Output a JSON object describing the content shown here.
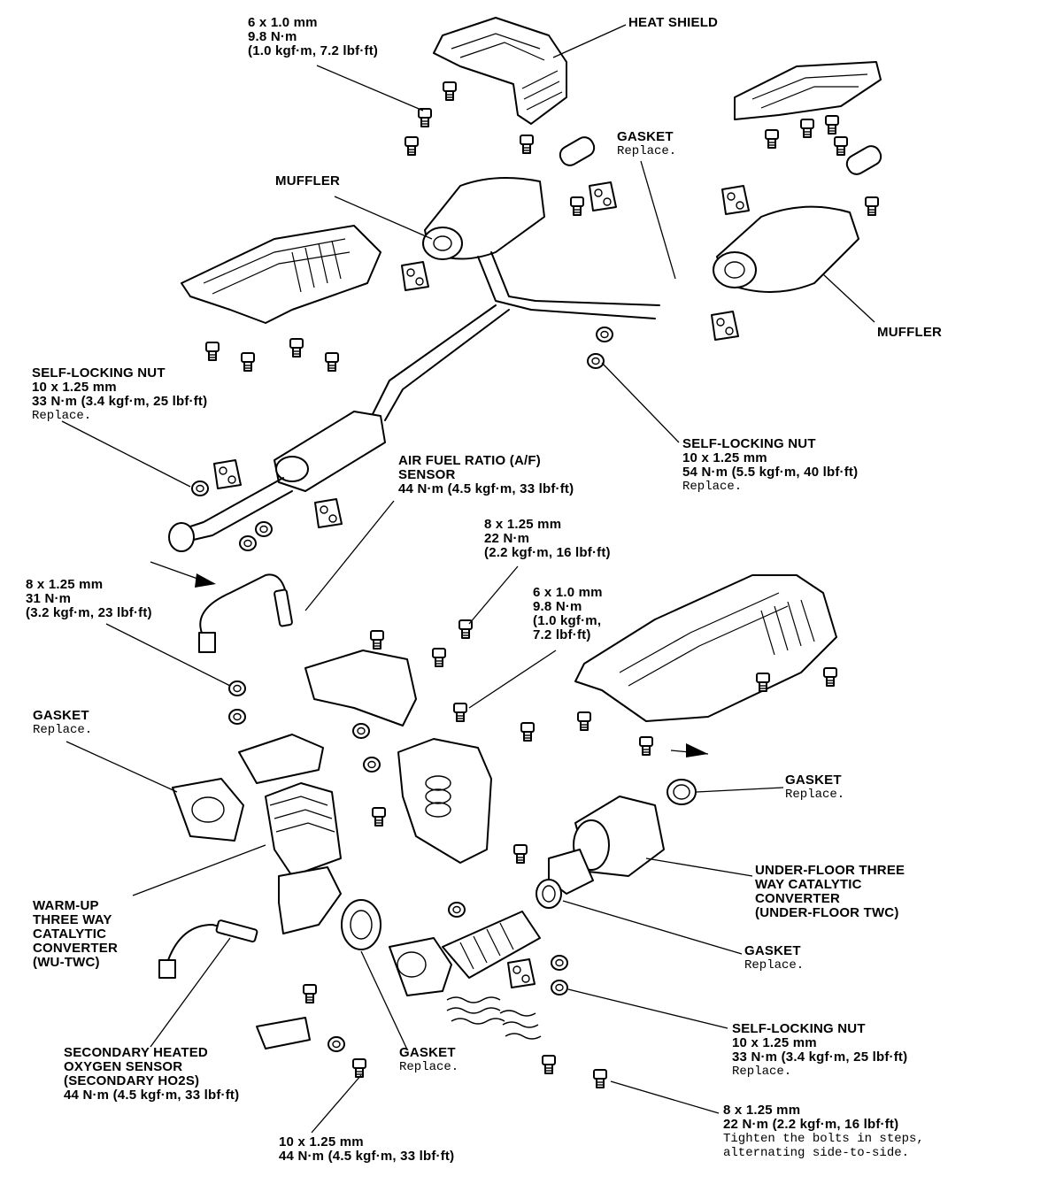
{
  "callouts": {
    "heat_shield_bolt": {
      "lines": [
        "6 x 1.0 mm",
        "9.8 N·m",
        "(1.0 kgf·m, 7.2 lbf·ft)"
      ]
    },
    "heat_shield": {
      "lines": [
        "HEAT SHIELD"
      ]
    },
    "gasket_top": {
      "title": "GASKET",
      "note": "Replace."
    },
    "muffler_left": {
      "lines": [
        "MUFFLER"
      ]
    },
    "muffler_right": {
      "lines": [
        "MUFFLER"
      ]
    },
    "self_locking_nut_left": {
      "lines": [
        "SELF-LOCKING NUT",
        "10 x 1.25 mm",
        "33 N·m (3.4 kgf·m, 25 lbf·ft)"
      ],
      "note": "Replace."
    },
    "self_locking_nut_right": {
      "lines": [
        "SELF-LOCKING NUT",
        "10 x 1.25 mm",
        "54 N·m (5.5 kgf·m, 40 lbf·ft)"
      ],
      "note": "Replace."
    },
    "af_sensor": {
      "lines": [
        "AIR FUEL RATIO (A/F)",
        "SENSOR",
        "44 N·m (4.5 kgf·m, 33 lbf·ft)"
      ]
    },
    "bolt_8_22": {
      "lines": [
        "8 x 1.25 mm",
        "22 N·m",
        "(2.2 kgf·m, 16 lbf·ft)"
      ]
    },
    "bolt_8_31": {
      "lines": [
        "8 x 1.25 mm",
        "31 N·m",
        "(3.2 kgf·m, 23 lbf·ft)"
      ]
    },
    "bolt_6_98": {
      "lines": [
        "6 x 1.0 mm",
        "9.8 N·m",
        "(1.0 kgf·m,",
        "7.2 lbf·ft)"
      ]
    },
    "gasket_left": {
      "title": "GASKET",
      "note": "Replace."
    },
    "gasket_right_mid": {
      "title": "GASKET",
      "note": "Replace."
    },
    "uf_twc": {
      "lines": [
        "UNDER-FLOOR THREE",
        "WAY CATALYTIC",
        "CONVERTER",
        "(UNDER-FLOOR TWC)"
      ]
    },
    "wu_twc": {
      "lines": [
        "WARM-UP",
        "THREE WAY",
        "CATALYTIC",
        "CONVERTER",
        "(WU-TWC)"
      ]
    },
    "gasket_right_low": {
      "title": "GASKET",
      "note": "Replace."
    },
    "self_locking_nut_low": {
      "lines": [
        "SELF-LOCKING NUT",
        "10 x 1.25 mm",
        "33 N·m (3.4 kgf·m, 25 lbf·ft)"
      ],
      "note": "Replace."
    },
    "ho2s": {
      "lines": [
        "SECONDARY HEATED",
        "OXYGEN SENSOR",
        "(SECONDARY HO2S)",
        "44 N·m (4.5 kgf·m, 33 lbf·ft)"
      ]
    },
    "gasket_bottom": {
      "title": "GASKET",
      "note": "Replace."
    },
    "bolt_8_22_bottom": {
      "lines": [
        "8 x 1.25 mm",
        "22 N·m (2.2 kgf·m, 16 lbf·ft)"
      ],
      "note_lines": [
        "Tighten the bolts in steps,",
        "alternating side-to-side."
      ]
    },
    "bolt_10_44": {
      "lines": [
        "10 x 1.25 mm",
        "44 N·m (4.5 kgf·m, 33 lbf·ft)"
      ]
    }
  }
}
